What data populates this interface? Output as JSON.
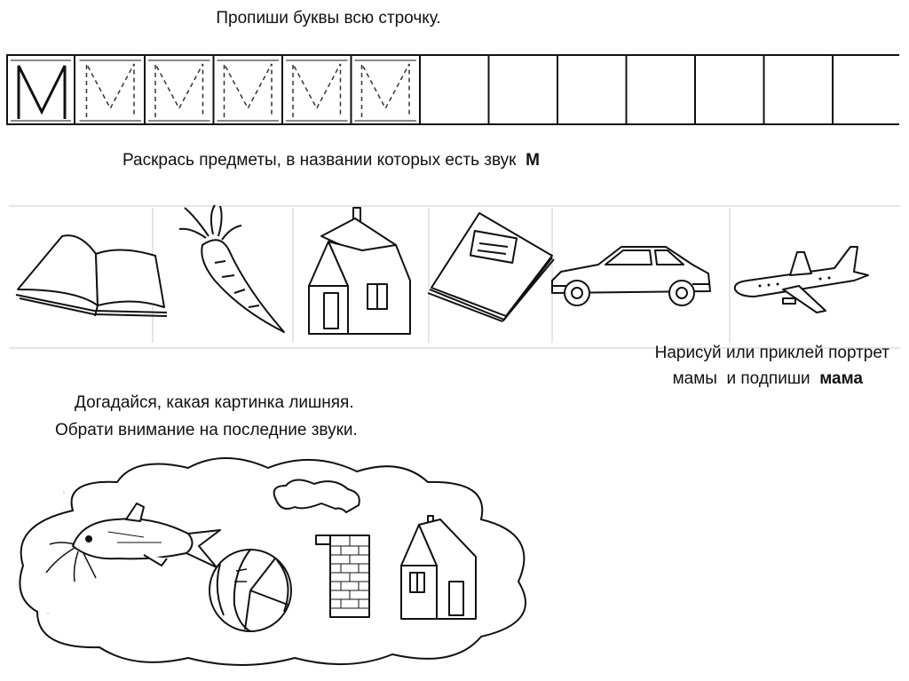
{
  "task_copy_letter": {
    "text": "Пропиши буквы всю строчку."
  },
  "letter_strip": {
    "model_letter": "M"
  },
  "task_color_items": {
    "text": "Раскрась предметы, в названии которых есть звук",
    "sound": "М"
  },
  "items": [
    {
      "icon": "open-book-icon"
    },
    {
      "icon": "carrot-icon"
    },
    {
      "icon": "house-icon"
    },
    {
      "icon": "notebook-icon"
    },
    {
      "icon": "car-icon"
    },
    {
      "icon": "airplane-icon"
    }
  ],
  "task_portrait": {
    "line1": "Нарисуй или приклей портрет",
    "line2_prefix": "мамы  и подпиши",
    "word": "мама"
  },
  "task_odd_one": {
    "line1": "Догадайся, какая картинка лишняя.",
    "line2": "Обрати внимание на последние звуки."
  },
  "odd_one_pictures": [
    {
      "icon": "catfish-icon"
    },
    {
      "icon": "cabbage-icon"
    },
    {
      "icon": "chimney-icon"
    },
    {
      "icon": "house-icon"
    }
  ]
}
